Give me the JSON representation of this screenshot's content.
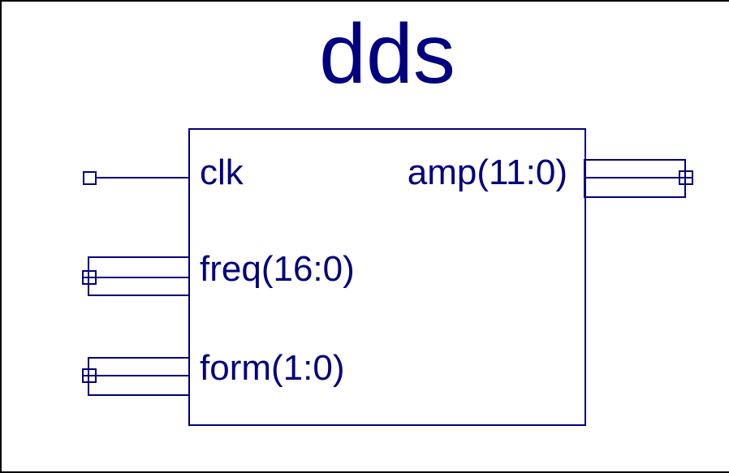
{
  "diagram": {
    "title": "dds",
    "component_name": "dds",
    "ports": {
      "inputs": [
        {
          "name": "clk",
          "label": "clk",
          "type": "scalar",
          "direction": "in"
        },
        {
          "name": "freq",
          "label": "freq(16:0)",
          "type": "bus",
          "direction": "in"
        },
        {
          "name": "form",
          "label": "form(1:0)",
          "type": "bus",
          "direction": "in"
        }
      ],
      "outputs": [
        {
          "name": "amp",
          "label": "amp(11:0)",
          "type": "bus",
          "direction": "out"
        }
      ]
    },
    "colors": {
      "line": "#000080",
      "text": "#000080",
      "background": "#ffffff",
      "frame": "#000000"
    }
  }
}
